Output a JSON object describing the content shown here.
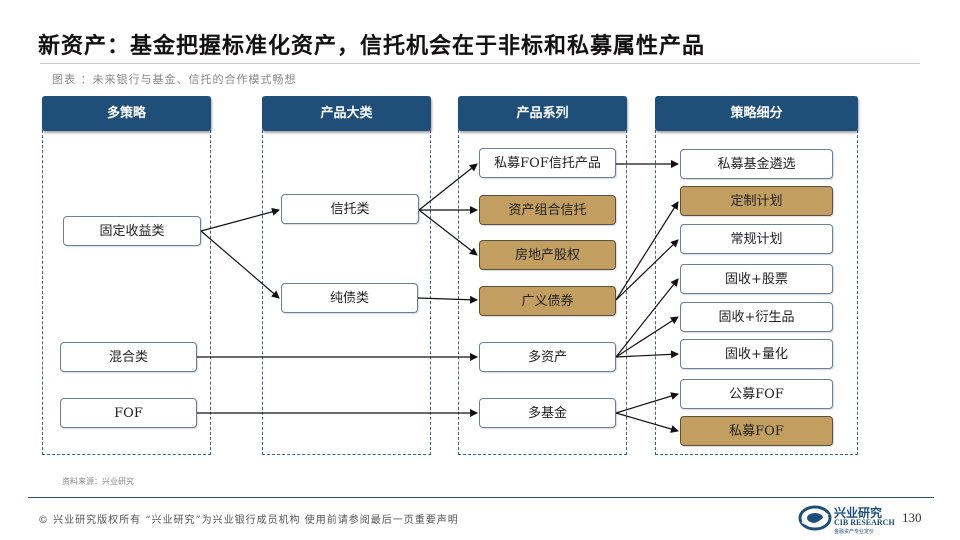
{
  "title": "新资产：基金把握标准化资产，信托机会在于非标和私募属性产品",
  "subtitle": "图表 ：未来银行与基金、信托的合作模式畅想",
  "columns": [
    "多策略",
    "产品大类",
    "产品系列",
    "策略细分"
  ],
  "nodes": {
    "fixed_income": "固定收益类",
    "mixed": "混合类",
    "fof": "FOF",
    "trust": "信托类",
    "pure_debt": "纯债类",
    "private_fof_trust": "私募FOF信托产品",
    "asset_portfolio_trust": "资产组合信托",
    "real_estate_equity": "房地产股权",
    "broad_bonds": "广义债券",
    "multi_asset": "多资产",
    "multi_fund": "多基金",
    "private_fund_select": "私募基金遴选",
    "custom_plan": "定制计划",
    "regular_plan": "常规计划",
    "fixed_stock": "固收+股票",
    "fixed_derivative": "固收+衍生品",
    "fixed_quant": "固收+量化",
    "public_fof": "公募FOF",
    "private_fof": "私募FOF"
  },
  "source": "资料来源：兴业研究",
  "footer": "©  兴业研究版权所有    “兴业研究”为兴业银行成员机构   使用前请参阅最后一页重要声明",
  "logo": {
    "cn": "兴业研究",
    "en": "CIB RESEARCH",
    "tag": "金融资产专业定价"
  },
  "page_number": "130",
  "colors": {
    "header": "#1f4e79",
    "highlight": "#c29f61",
    "border": "#6a7f9a"
  }
}
